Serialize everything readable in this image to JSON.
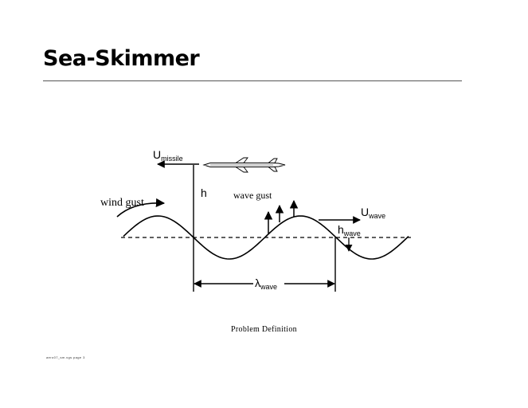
{
  "title": "Sea-Skimmer",
  "diagram": {
    "labels": {
      "u_missile": {
        "main": "U",
        "sub": "missile"
      },
      "h": "h",
      "wind_gust": "wind gust",
      "wave_gust": "wave gust",
      "u_wave": {
        "main": "U",
        "sub": "wave"
      },
      "h_wave": {
        "main": "h",
        "sub": "wave"
      },
      "lambda_wave": {
        "main": "λ",
        "sub": "wave"
      }
    }
  },
  "caption": "Problem Definition",
  "footer": "aero07_sm.vgs page 3"
}
